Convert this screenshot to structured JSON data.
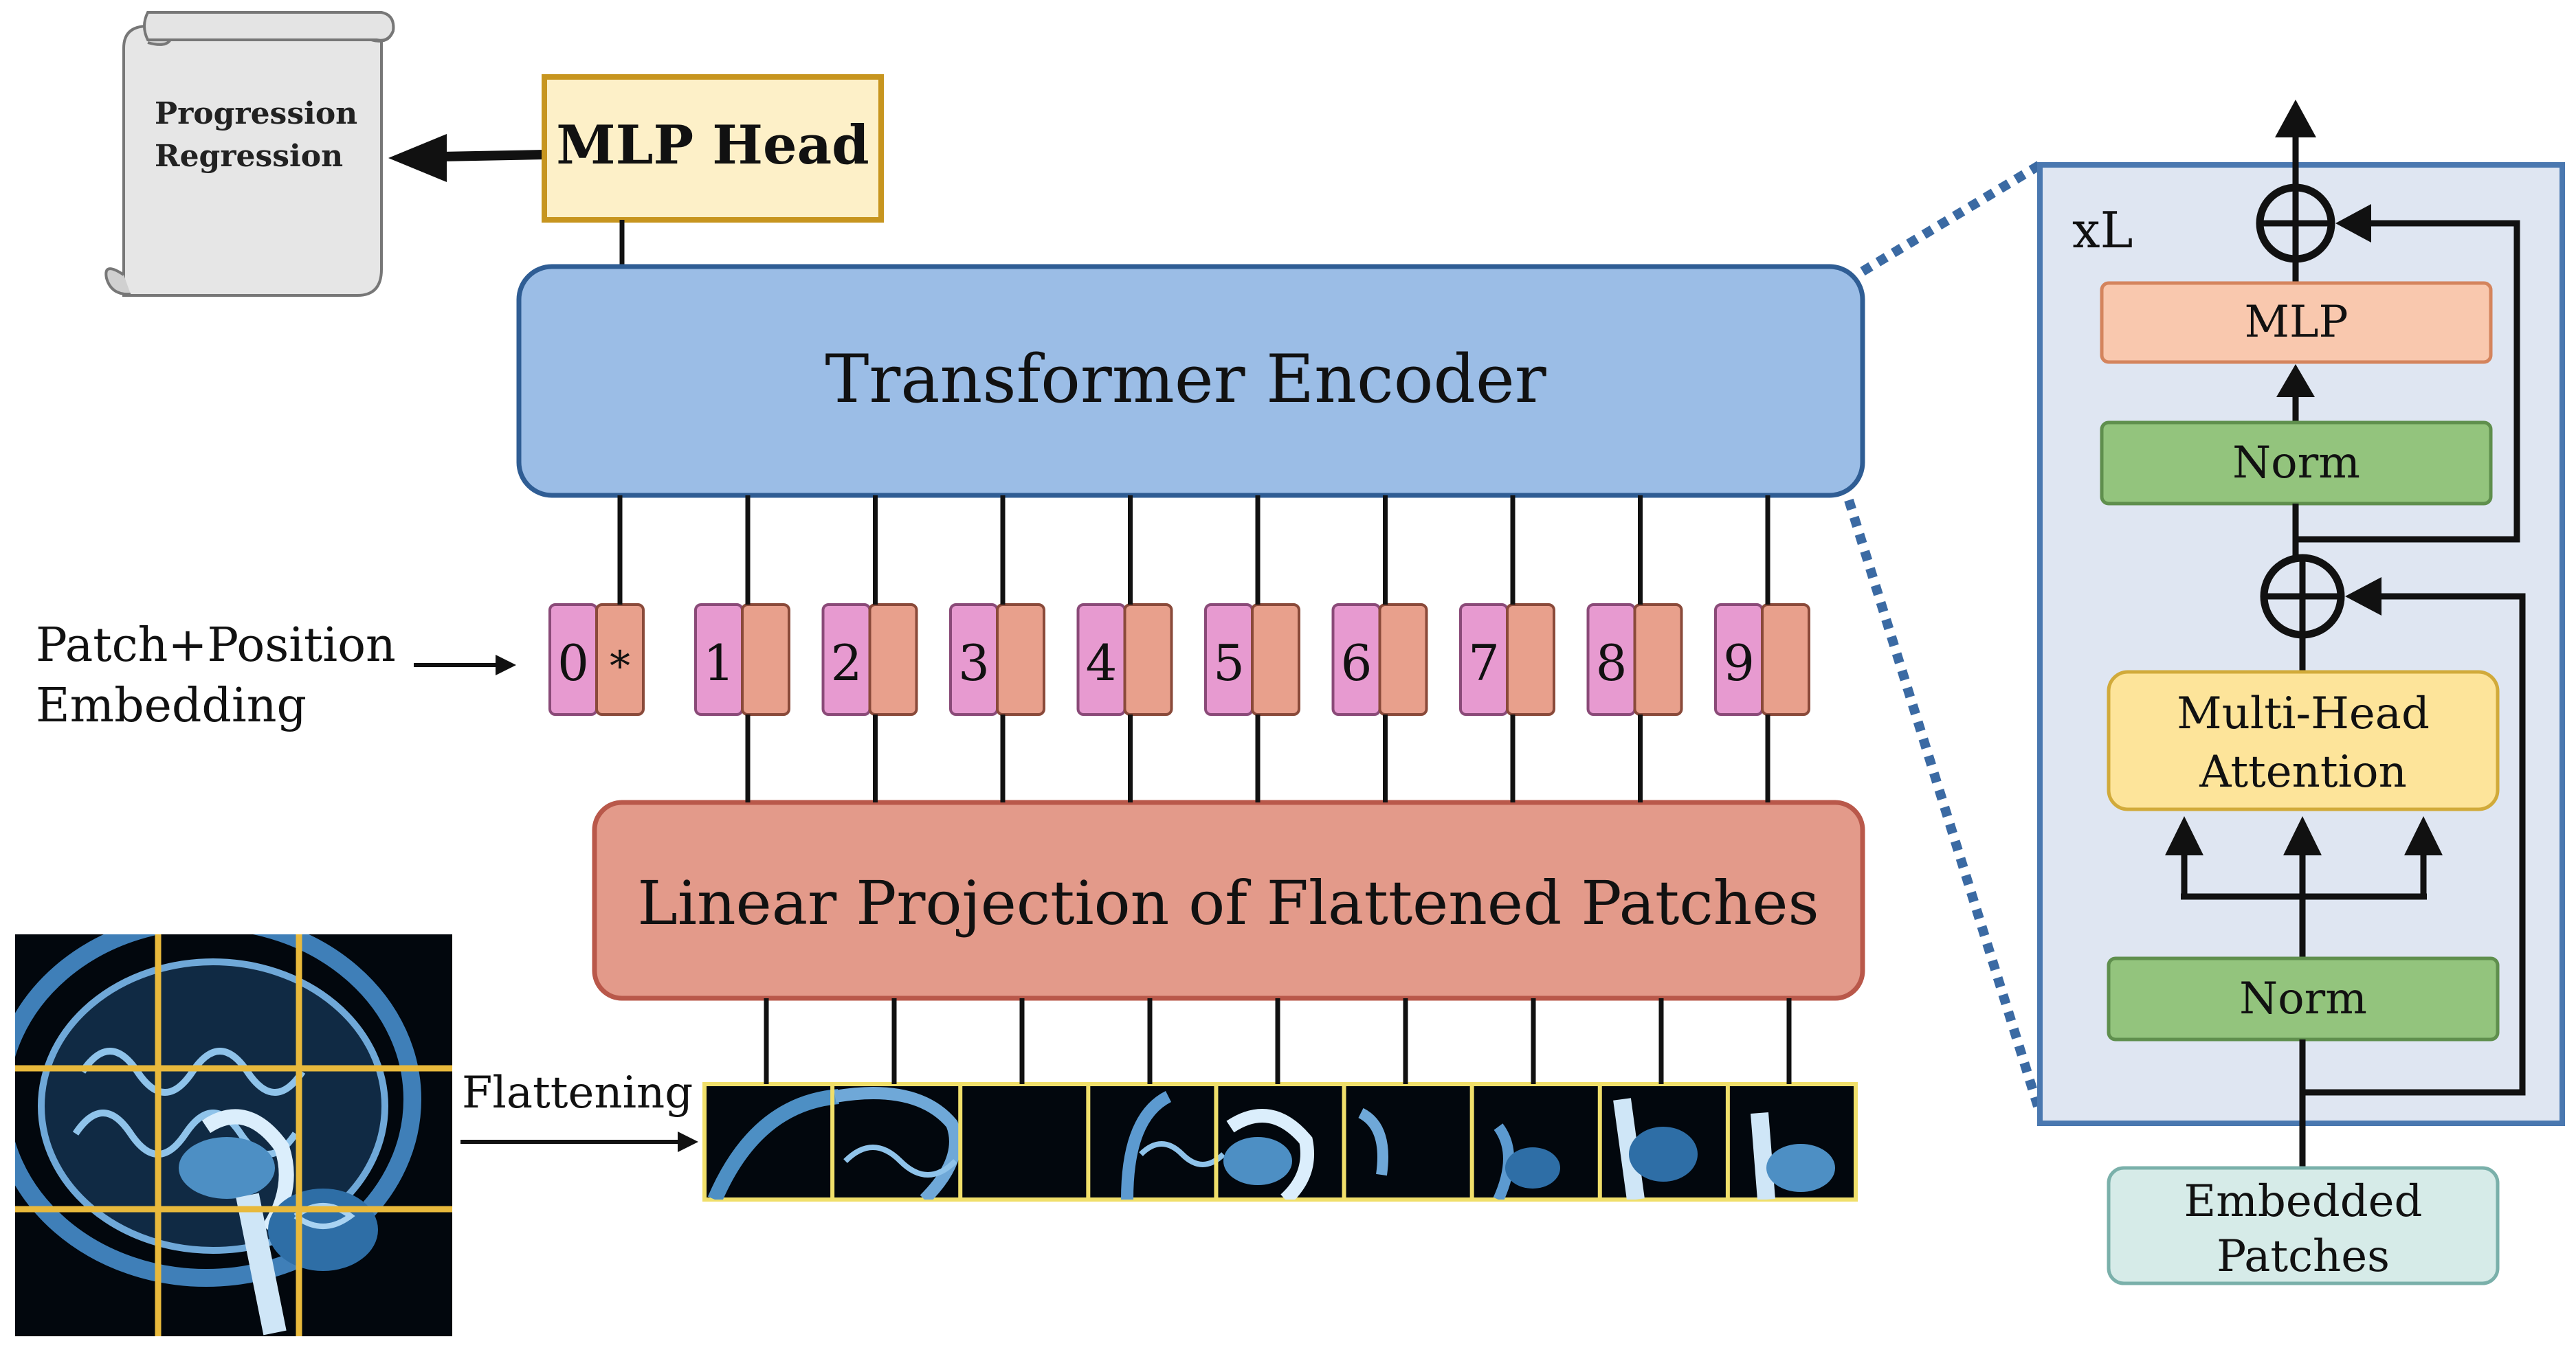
{
  "scroll": {
    "line1": "Progression",
    "line2": "Regression"
  },
  "mlp_head": {
    "label": "MLP Head"
  },
  "transformer_encoder": {
    "label": "Transformer Encoder"
  },
  "embedding_label": {
    "line1": "Patch+Position",
    "line2": "Embedding"
  },
  "tokens": {
    "class_token": {
      "index": "0",
      "marker": "*"
    },
    "patch_indices": [
      "1",
      "2",
      "3",
      "4",
      "5",
      "6",
      "7",
      "8",
      "9"
    ]
  },
  "linear_projection": {
    "label": "Linear Projection of Flattened Patches"
  },
  "flattening": {
    "label": "Flattening"
  },
  "encoder_block": {
    "repeat_label": "xL",
    "mlp_label": "MLP",
    "norm_top_label": "Norm",
    "attention_line1": "Multi-Head",
    "attention_line2": "Attention",
    "norm_bottom_label": "Norm",
    "input_line1": "Embedded",
    "input_line2": "Patches"
  },
  "colors": {
    "encoder_fill": "#9bbde6",
    "encoder_stroke": "#2f5d94",
    "projection_fill": "#e39a8a",
    "projection_stroke": "#b9584a",
    "mlp_head_fill": "#fdf0c8",
    "mlp_head_stroke": "#c7951f",
    "token_pink": "#e79ad0",
    "token_salmon": "#e8a08c",
    "block_bg": "#dfe6f2",
    "block_border": "#4a78b0",
    "mlp_fill": "#f9c8ae",
    "norm_fill": "#93c47d",
    "attention_fill": "#fde49a",
    "input_fill": "#d6ebe8",
    "grid_yellow": "#e8b93c",
    "scroll_fill": "#e6e6e6"
  }
}
